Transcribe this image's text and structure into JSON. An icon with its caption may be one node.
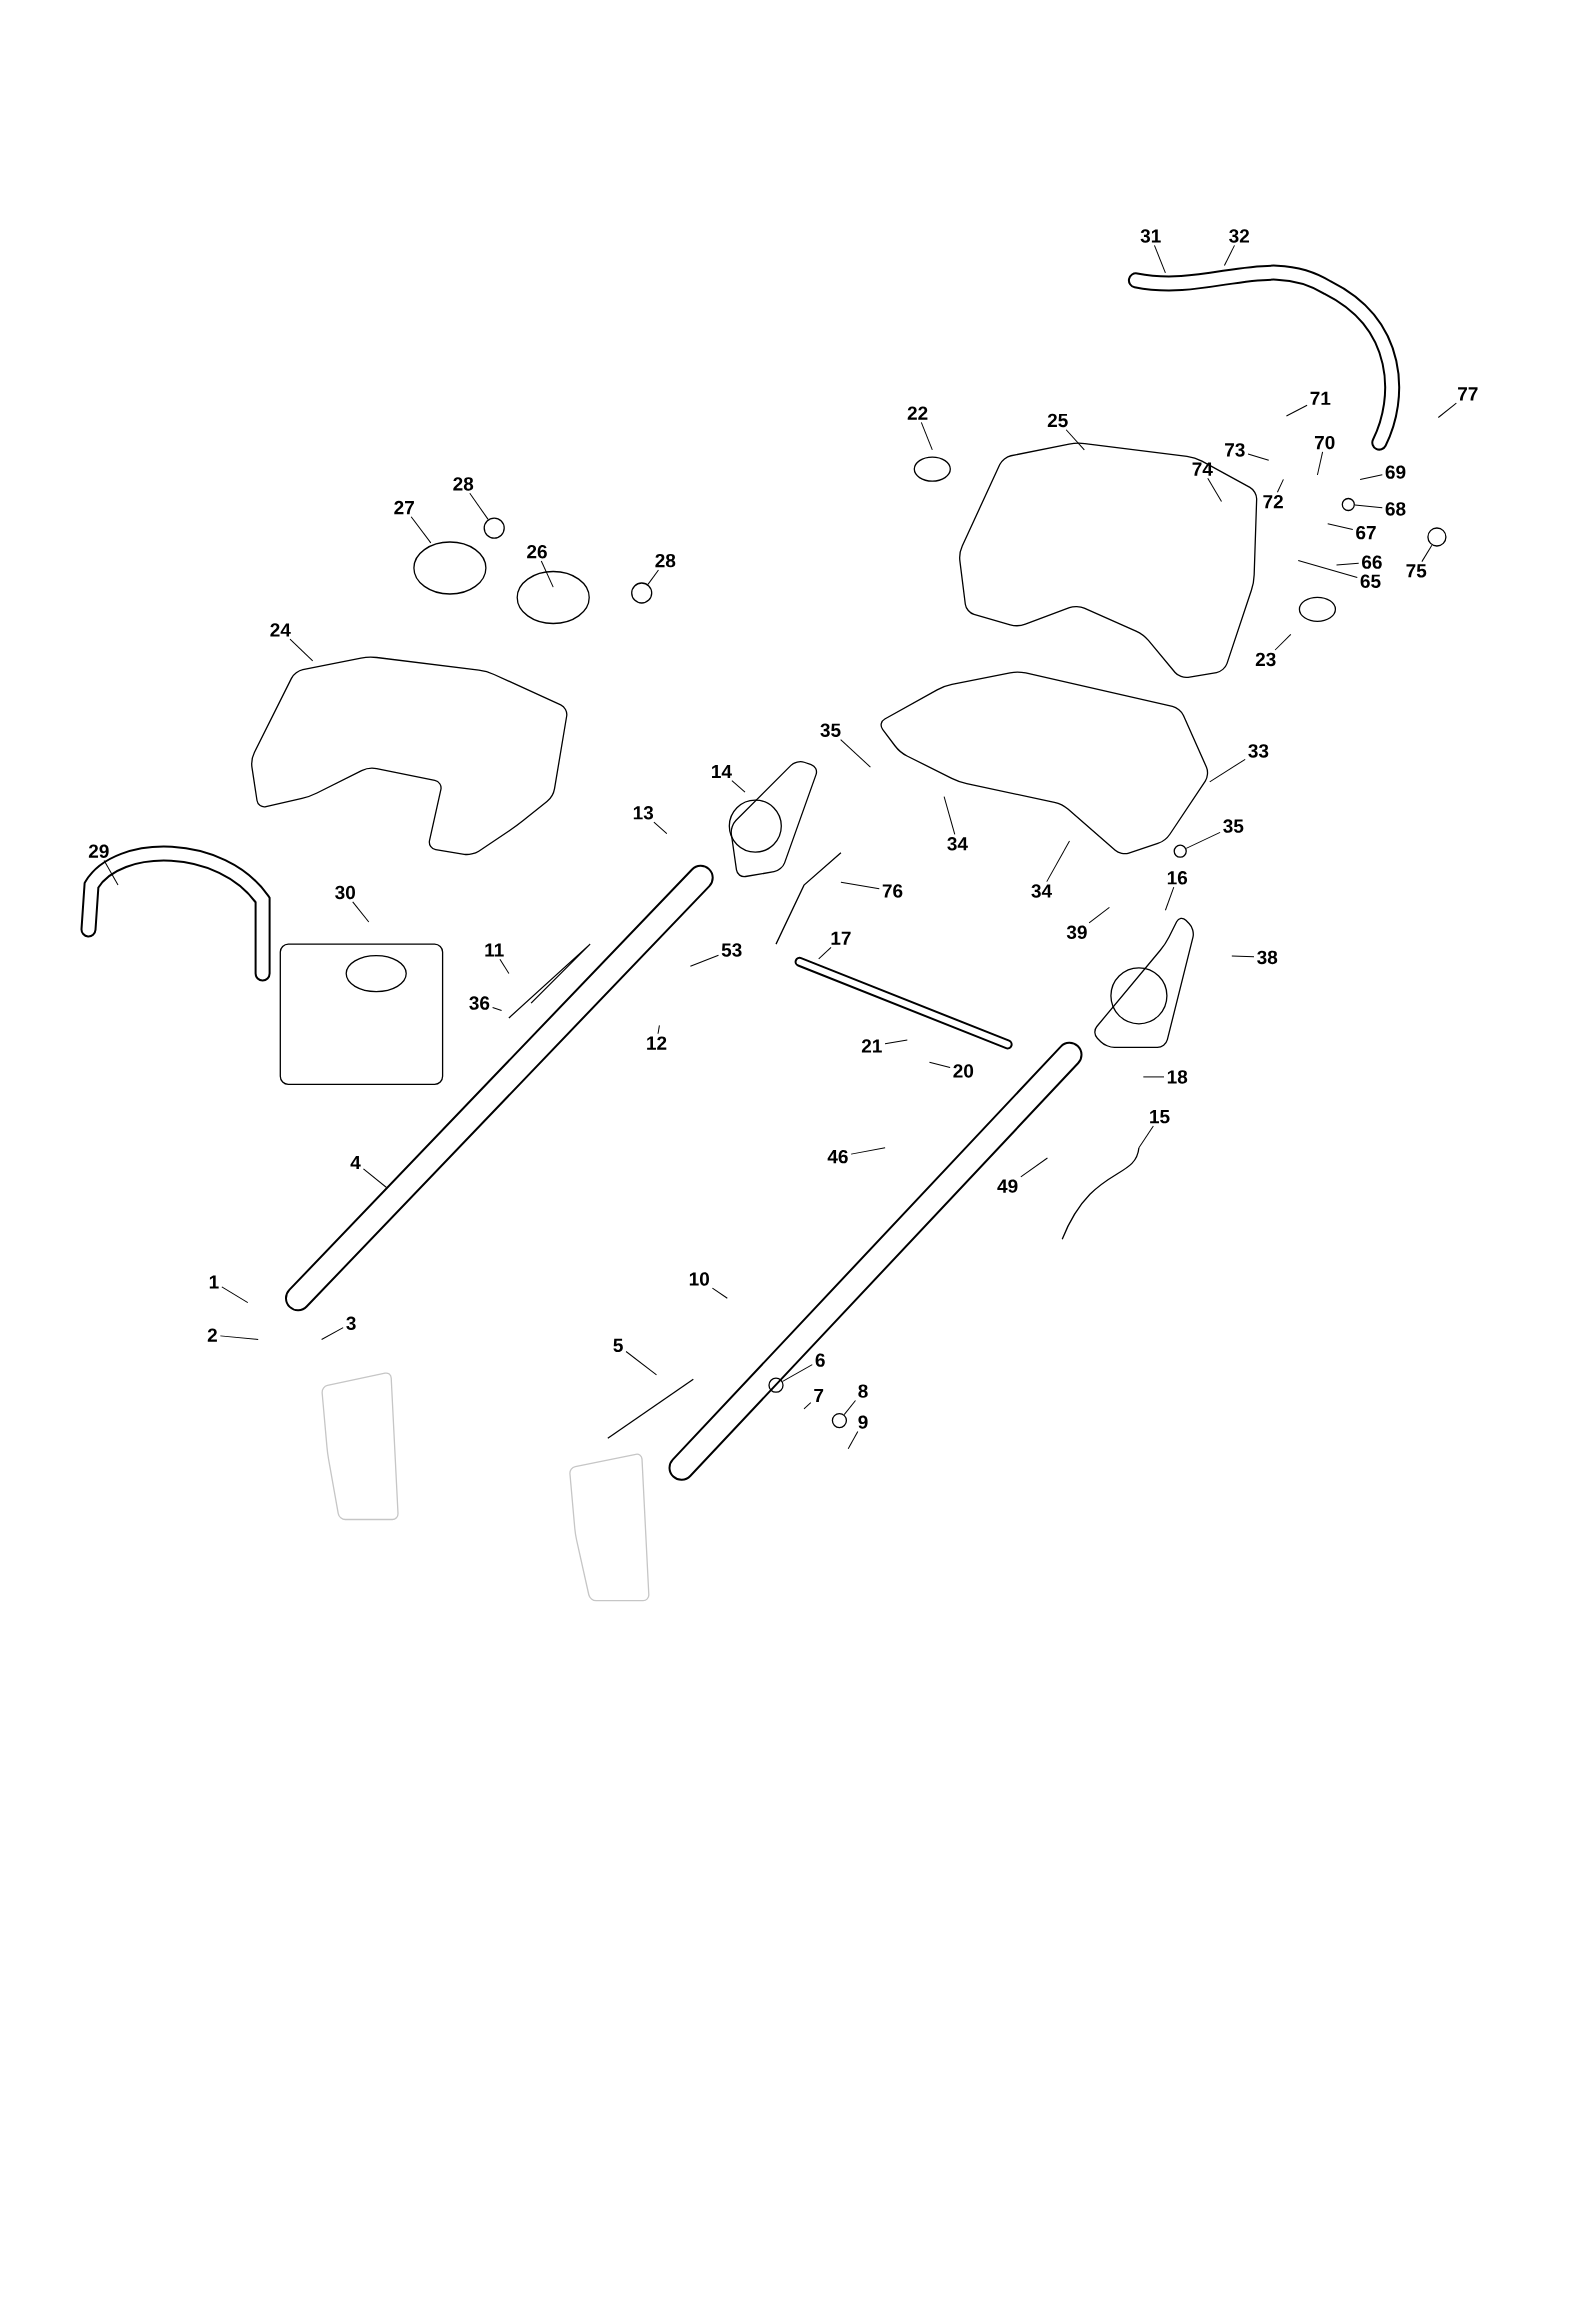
{
  "diagram": {
    "nodes": [
      {
        "text": [
          "31"
        ]
      },
      {
        "text": [
          "32"
        ]
      },
      {
        "text": [
          "71"
        ]
      },
      {
        "text": [
          "77"
        ]
      },
      {
        "text": [
          "22"
        ]
      },
      {
        "text": [
          "25"
        ]
      },
      {
        "text": [
          "73"
        ]
      },
      {
        "text": [
          "70"
        ]
      },
      {
        "text": [
          "74"
        ]
      },
      {
        "text": [
          "72"
        ]
      },
      {
        "text": [
          "69"
        ]
      },
      {
        "text": [
          "68"
        ]
      },
      {
        "text": [
          "67"
        ]
      },
      {
        "text": [
          "66"
        ]
      },
      {
        "text": [
          "75"
        ]
      },
      {
        "text": [
          "65"
        ]
      },
      {
        "text": [
          "23"
        ]
      },
      {
        "text": [
          "28"
        ]
      },
      {
        "text": [
          "27"
        ]
      },
      {
        "text": [
          "26"
        ]
      },
      {
        "text": [
          "28"
        ]
      },
      {
        "text": [
          "24"
        ]
      },
      {
        "text": [
          "35"
        ]
      },
      {
        "text": [
          "33"
        ]
      },
      {
        "text": [
          "14"
        ]
      },
      {
        "text": [
          "13"
        ]
      },
      {
        "text": [
          "34"
        ]
      },
      {
        "text": [
          "35"
        ]
      },
      {
        "text": [
          "34"
        ]
      },
      {
        "text": [
          "76"
        ]
      },
      {
        "text": [
          "16"
        ]
      },
      {
        "text": [
          "29"
        ]
      },
      {
        "text": [
          "30"
        ]
      },
      {
        "text": [
          "53"
        ]
      },
      {
        "text": [
          "11"
        ]
      },
      {
        "text": [
          "39"
        ]
      },
      {
        "text": [
          "38"
        ]
      },
      {
        "text": [
          "36"
        ]
      },
      {
        "text": [
          "17"
        ]
      },
      {
        "text": [
          "12"
        ]
      },
      {
        "text": [
          "21"
        ]
      },
      {
        "text": [
          "20"
        ]
      },
      {
        "text": [
          "18"
        ]
      },
      {
        "text": [
          "15"
        ]
      },
      {
        "text": [
          "4"
        ]
      },
      {
        "text": [
          "46"
        ]
      },
      {
        "text": [
          "49"
        ]
      },
      {
        "text": [
          "1"
        ]
      },
      {
        "text": [
          "10"
        ]
      },
      {
        "text": [
          "2"
        ]
      },
      {
        "text": [
          "3"
        ]
      },
      {
        "text": [
          "5"
        ]
      },
      {
        "text": [
          "6"
        ]
      },
      {
        "text": [
          "8"
        ]
      },
      {
        "text": [
          "7"
        ]
      },
      {
        "text": [
          "9"
        ]
      },
      {
        "text": [],
        "shape": "circle"
      },
      {
        "text": [],
        "shape": "circle"
      },
      {
        "text": [],
        "shape": "circle"
      },
      {
        "text": [],
        "shape": "circle"
      },
      {
        "text": [],
        "shape": "circle"
      },
      {
        "text": [],
        "shape": "circle"
      },
      {
        "text": [],
        "shape": "circle"
      }
    ],
    "edges": [
      {
        "from": 0,
        "to": null,
        "arrow": "none"
      },
      {
        "from": 1,
        "to": null,
        "arrow": "none"
      },
      {
        "from": 2,
        "to": null,
        "arrow": "none"
      },
      {
        "from": 3,
        "to": null,
        "arrow": "none"
      },
      {
        "from": 4,
        "to": null,
        "arrow": "none"
      },
      {
        "from": 5,
        "to": null,
        "arrow": "none"
      },
      {
        "from": 6,
        "to": null,
        "arrow": "none"
      },
      {
        "from": 7,
        "to": null,
        "arrow": "none"
      },
      {
        "from": 8,
        "to": null,
        "arrow": "none"
      },
      {
        "from": 9,
        "to": null,
        "arrow": "none"
      },
      {
        "from": 10,
        "to": null,
        "arrow": "none"
      },
      {
        "from": 11,
        "to": 56,
        "arrow": "none"
      },
      {
        "from": 12,
        "to": null,
        "arrow": "none"
      },
      {
        "from": 13,
        "to": null,
        "arrow": "none"
      },
      {
        "from": 14,
        "to": 57,
        "arrow": "none"
      },
      {
        "from": 15,
        "to": null,
        "arrow": "none"
      },
      {
        "from": 16,
        "to": null,
        "arrow": "none"
      },
      {
        "from": 17,
        "to": 58,
        "arrow": "none"
      },
      {
        "from": 18,
        "to": null,
        "arrow": "none"
      },
      {
        "from": 19,
        "to": null,
        "arrow": "none"
      },
      {
        "from": 20,
        "to": 59,
        "arrow": "none"
      },
      {
        "from": 21,
        "to": null,
        "arrow": "none"
      },
      {
        "from": 22,
        "to": null,
        "arrow": "none"
      },
      {
        "from": 23,
        "to": null,
        "arrow": "none"
      },
      {
        "from": 24,
        "to": null,
        "arrow": "none"
      },
      {
        "from": 25,
        "to": null,
        "arrow": "none"
      },
      {
        "from": 26,
        "to": null,
        "arrow": "none"
      },
      {
        "from": 27,
        "to": 60,
        "arrow": "none"
      },
      {
        "from": 28,
        "to": null,
        "arrow": "none"
      },
      {
        "from": 29,
        "to": null,
        "arrow": "none"
      },
      {
        "from": 30,
        "to": null,
        "arrow": "none"
      },
      {
        "from": 31,
        "to": null,
        "arrow": "none"
      },
      {
        "from": 32,
        "to": null,
        "arrow": "none"
      },
      {
        "from": 33,
        "to": null,
        "arrow": "none"
      },
      {
        "from": 34,
        "to": null,
        "arrow": "none"
      },
      {
        "from": 35,
        "to": null,
        "arrow": "none"
      },
      {
        "from": 36,
        "to": null,
        "arrow": "none"
      },
      {
        "from": 37,
        "to": null,
        "arrow": "none"
      },
      {
        "from": 38,
        "to": null,
        "arrow": "none"
      },
      {
        "from": 39,
        "to": null,
        "arrow": "none"
      },
      {
        "from": 40,
        "to": null,
        "arrow": "none"
      },
      {
        "from": 41,
        "to": null,
        "arrow": "none"
      },
      {
        "from": 42,
        "to": null,
        "arrow": "none"
      },
      {
        "from": 43,
        "to": null,
        "arrow": "none"
      },
      {
        "from": 44,
        "to": null,
        "arrow": "none"
      },
      {
        "from": 45,
        "to": null,
        "arrow": "none"
      },
      {
        "from": 46,
        "to": null,
        "arrow": "none"
      },
      {
        "from": 47,
        "to": null,
        "arrow": "none"
      },
      {
        "from": 48,
        "to": null,
        "arrow": "none"
      },
      {
        "from": 49,
        "to": null,
        "arrow": "none"
      },
      {
        "from": 50,
        "to": null,
        "arrow": "none"
      },
      {
        "from": 51,
        "to": null,
        "arrow": "none"
      },
      {
        "from": 52,
        "to": 61,
        "arrow": "none"
      },
      {
        "from": 53,
        "to": 62,
        "arrow": "none"
      },
      {
        "from": 54,
        "to": null,
        "arrow": "none"
      },
      {
        "from": 55,
        "to": null,
        "arrow": "none"
      }
    ]
  }
}
